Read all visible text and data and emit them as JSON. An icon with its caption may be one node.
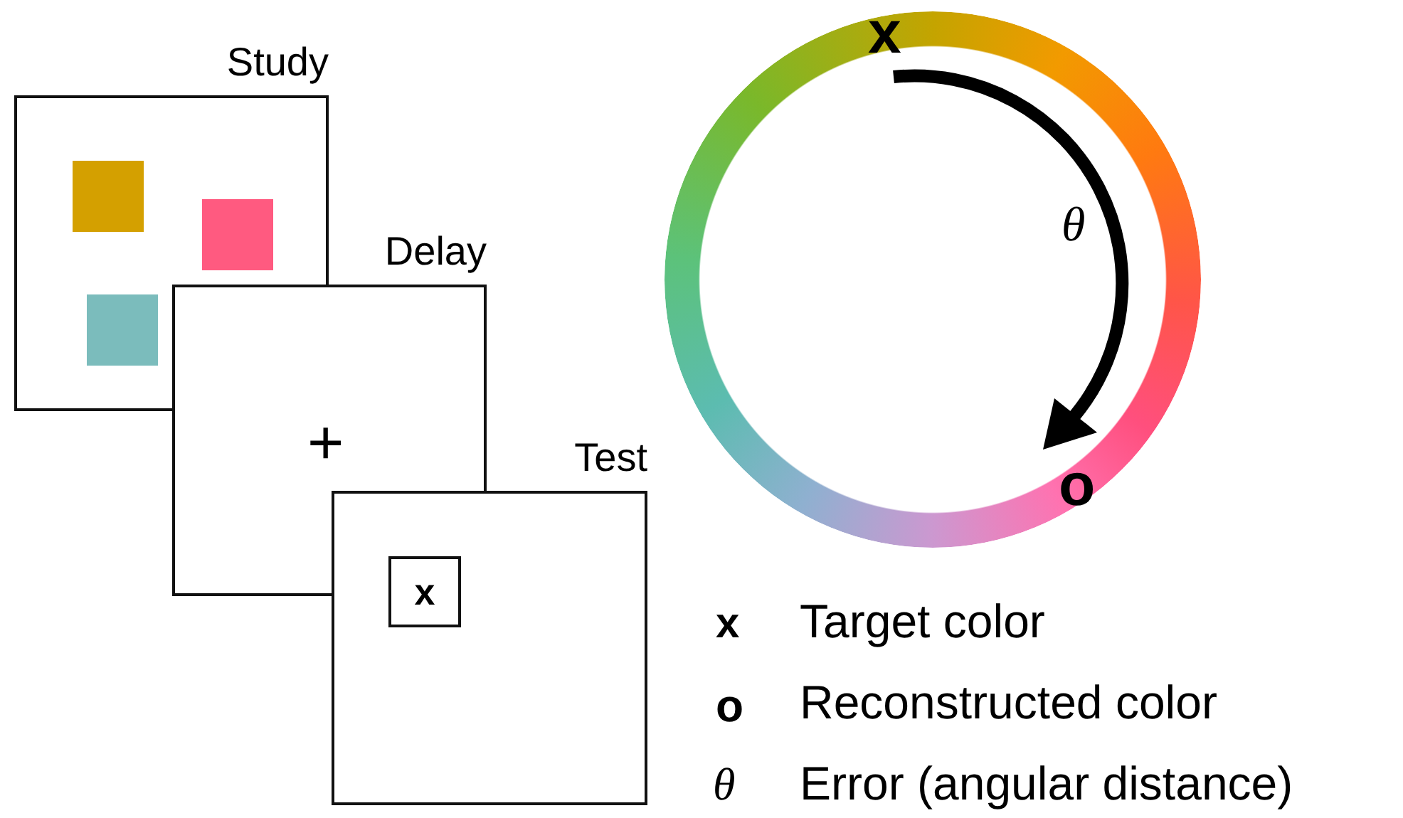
{
  "diagram": {
    "nodes": [
      {
        "text": [
          "Study"
        ]
      },
      {
        "text": [
          "Delay"
        ]
      },
      {
        "text": [
          "Test"
        ]
      },
      {
        "text": [],
        "shape": "box",
        "in": 0
      },
      {
        "text": [],
        "shape": "box",
        "in": 0
      },
      {
        "text": [],
        "shape": "box",
        "in": 0
      },
      {
        "text": [
          "x"
        ],
        "in": 2
      },
      {
        "text": [],
        "shape": "circle"
      }
    ],
    "labels": [
      "x",
      "θ",
      "+",
      "o",
      "x",
      "o",
      "θ"
    ],
    "legend": [
      {
        "text": "Target color"
      },
      {
        "text": "Reconstructed color"
      },
      {
        "text": "Error (angular distance)"
      }
    ]
  }
}
